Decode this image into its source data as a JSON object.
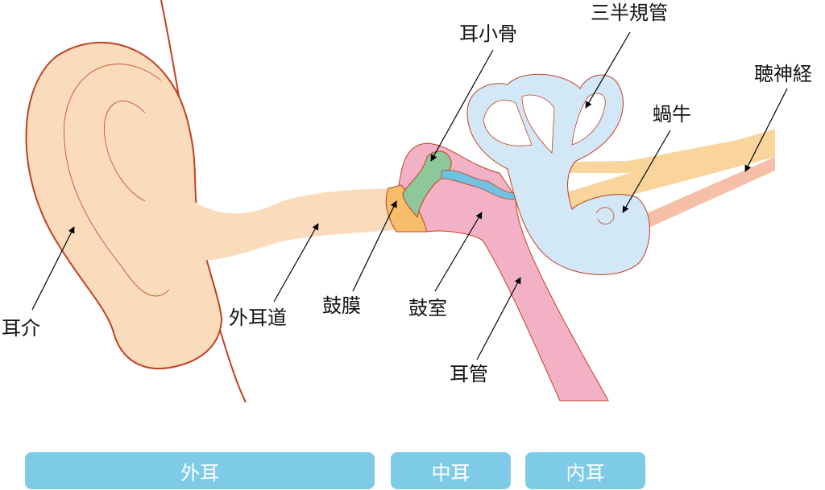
{
  "labels": {
    "pinna": "耳介",
    "ear_canal": "外耳道",
    "eardrum": "鼓膜",
    "tympanic_cavity": "鼓室",
    "eustachian_tube": "耳管",
    "ossicles": "耳小骨",
    "semicircular_canals": "三半規管",
    "cochlea": "蝸牛",
    "auditory_nerve": "聴神経"
  },
  "sections": {
    "outer": "外耳",
    "middle": "中耳",
    "inner": "内耳"
  },
  "colors": {
    "skin": "#fadcbc",
    "outline": "#c0401e",
    "middle_ear": "#f3b1c6",
    "ossicles": "#8ec89a",
    "eardrum": "#f6bd6a",
    "inner_ear": "#d3e8f6",
    "nerve": "#f9d59c",
    "nerve2": "#f6c0a8",
    "bar": "#7ecbe8"
  }
}
